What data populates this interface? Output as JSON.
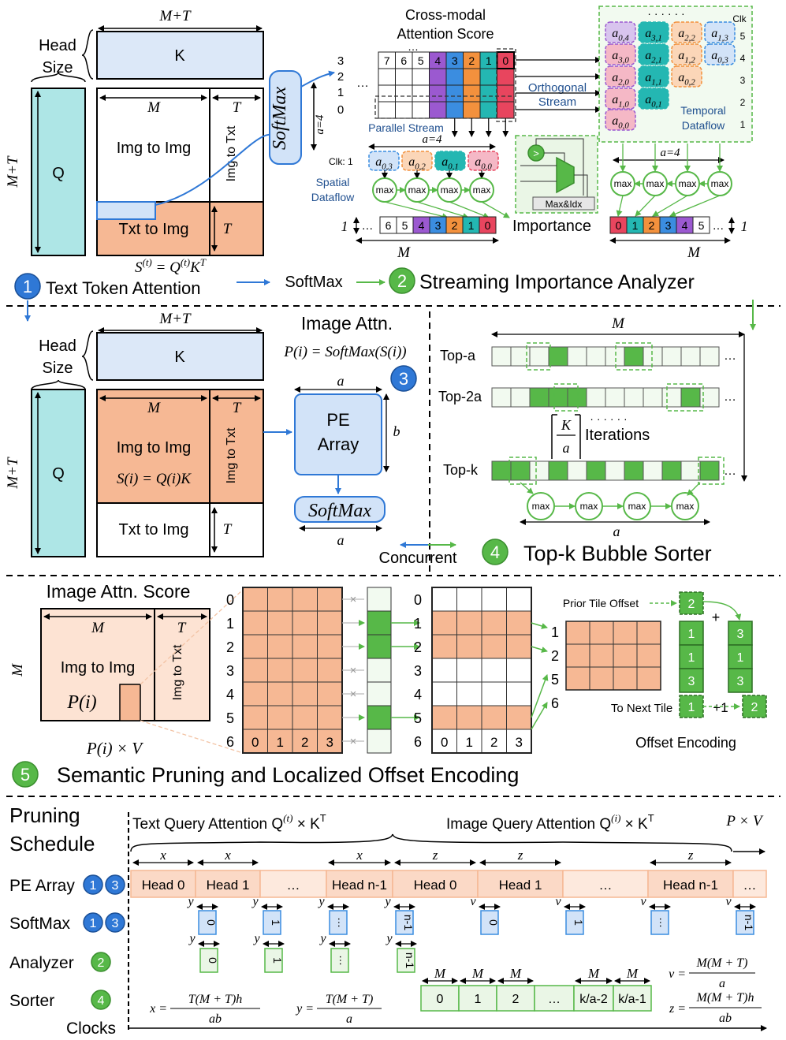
{
  "colors": {
    "k_fill": "#dce8f8",
    "q_fill": "#aee6e6",
    "salmon": "#f6b894",
    "salmon_light": "#fbd9c6",
    "green": "#57b848",
    "green_dark": "#3a8e2e",
    "green_light": "#eaf6e6",
    "blue": "#2f78d6",
    "blue_light": "#d2e3f8",
    "purple": "#9b59d0",
    "blue2": "#3b8de0",
    "orange": "#f3913d",
    "teal": "#24b7b2",
    "pink": "#f5b8c6",
    "red": "#e8455e",
    "peach": "#fbd6b8",
    "lav": "#d8c4ee"
  },
  "s1": {
    "k": "K",
    "head": "Head",
    "size": "Size",
    "q": "Q",
    "mpt_top": "M+T",
    "mpt_left": "M+T",
    "m": "M",
    "t": "T",
    "t2": "T",
    "img2img": "Img to Img",
    "img2txt": "Img to Txt",
    "txt2img": "Txt to Img",
    "softmax": "SoftMax",
    "a4": "a=4",
    "formula": "S(t) = Q(t)K",
    "formula_sup_t": "(t)",
    "formula_base_s": "S",
    "formula_eq": " = Q",
    "formula_k": "K",
    "formula_kT": "T",
    "num": "1",
    "title": "Text Token Attention"
  },
  "s2": {
    "cm_title1": "Cross-modal",
    "cm_title2": "Attention Score",
    "dots": "…",
    "dots6": "· · · · · ·",
    "row_nums": [
      "3",
      "2",
      "1",
      "0"
    ],
    "cells_top": [
      "7",
      "6",
      "5",
      "4",
      "3",
      "2",
      "1",
      "0"
    ],
    "parallel": "Parallel Stream",
    "orth1": "Orthogonal",
    "orth2": "Stream",
    "a4": "a=4",
    "clk1": "Clk: 1",
    "spatial_regs": [
      "a0,3",
      "a0,2",
      "a0,1",
      "a0,0"
    ],
    "spatial1": "Spatial",
    "spatial2": "Dataflow",
    "max": "max",
    "maxidx": "Max&Idx",
    "gt": ">",
    "imp_left": [
      "6",
      "5",
      "4",
      "3",
      "2",
      "1",
      "0"
    ],
    "imp_right": [
      "0",
      "1",
      "2",
      "3",
      "4",
      "5"
    ],
    "importance": "Importance",
    "one": "1",
    "m": "M",
    "clk": "Clk",
    "clk_nums": [
      "5",
      "4",
      "3",
      "2",
      "1"
    ],
    "temp_cols": [
      [
        "a0,4",
        "a3,0",
        "a2,0",
        "a1,0",
        "a0,0"
      ],
      [
        "a3,1",
        "a2,1",
        "a1,1",
        "a0,1"
      ],
      [
        "a2,2",
        "a1,2",
        "a0,2"
      ],
      [
        "a1,3",
        "a0,3"
      ]
    ],
    "temporal1": "Temporal",
    "temporal2": "Dataflow",
    "num": "2",
    "title": "Streaming Importance Analyzer",
    "softmax_label": "SoftMax"
  },
  "s3": {
    "title": "Image Attn.",
    "formula": "P(i) = SoftMax(S(i))",
    "k": "K",
    "head": "Head",
    "size": "Size",
    "q": "Q",
    "mpt_top": "M+T",
    "mpt_left": "M+T",
    "m": "M",
    "t": "T",
    "t2": "T",
    "img2img": "Img to Img",
    "img2txt": "Img to Txt",
    "txt2img": "Txt to Img",
    "s_formula": "S(i) = Q(i)K",
    "pe1": "PE",
    "pe2": "Array",
    "a": "a",
    "b": "b",
    "a2": "a",
    "softmax": "SoftMax",
    "num": "3",
    "concurrent": "Concurrent"
  },
  "s4": {
    "m": "M",
    "top_a": "Top-a",
    "top_2a": "Top-2a",
    "top_k": "Top-k",
    "dots": "…",
    "iter_k": "K",
    "iter_a": "a",
    "iter_dots": "· · · · · ·",
    "iterations": "Iterations",
    "max": "max",
    "a": "a",
    "num": "4",
    "title": "Top-k Bubble Sorter"
  },
  "s5": {
    "title": "Image Attn. Score",
    "m": "M",
    "t": "T",
    "m_left": "M",
    "img2img": "Img to Img",
    "img2txt": "Img to Txt",
    "p": "P(i)",
    "pv": "P(i) × V",
    "rows": [
      "0",
      "1",
      "2",
      "3",
      "4",
      "5",
      "6"
    ],
    "cols": [
      "0",
      "1",
      "2",
      "3"
    ],
    "kept": [
      "1",
      "2",
      "5",
      "6"
    ],
    "prior": "Prior Tile Offset",
    "prior_val": "2",
    "plus": "+",
    "offs_in": [
      "1",
      "1",
      "3"
    ],
    "offs_out": [
      "3",
      "1",
      "3"
    ],
    "to_next": "To Next Tile",
    "next_in": "1",
    "plus1": "+1",
    "next_out": "2",
    "offset_enc": "Offset Encoding",
    "num": "5",
    "section_title": "Semantic Pruning and Localized Offset Encoding"
  },
  "s6": {
    "title1": "Pruning",
    "title2": "Schedule",
    "tqa": "Text Query Attention Q",
    "tqa_sup": "(t)",
    "tqa_rest": " × K",
    "tqa_T": "T",
    "iqa": "Image Query Attention Q",
    "iqa_sup": "(i)",
    "iqa_rest": " × K",
    "iqa_T": "T",
    "pv": "P × V",
    "rows": [
      {
        "label": "PE Array",
        "badges": [
          "1",
          "3"
        ]
      },
      {
        "label": "SoftMax",
        "badges": [
          "1",
          "3"
        ]
      },
      {
        "label": "Analyzer",
        "badges": [
          "2"
        ]
      },
      {
        "label": "Sorter",
        "badges": [
          "4"
        ]
      }
    ],
    "pe_cells": [
      "Head 0",
      "Head 1",
      "…",
      "Head n-1",
      "Head 0",
      "Head 1",
      "…",
      "Head n-1",
      "…"
    ],
    "x": "x",
    "z": "z",
    "y": "y",
    "v": "v",
    "m": "M",
    "sm_labels": [
      "0",
      "1",
      "…",
      "n-1",
      "0",
      "1",
      "…",
      "n-1"
    ],
    "an_labels": [
      "0",
      "1",
      "…",
      "n-1"
    ],
    "sorter_cells": [
      "0",
      "1",
      "2",
      "…",
      "k/a-2",
      "k/a-1"
    ],
    "clocks": "Clocks",
    "fx_lhs": "x =",
    "fx_num": "T(M + T)h",
    "fx_den": "ab",
    "fy_lhs": "y =",
    "fy_num": "T(M + T)",
    "fy_den": "a",
    "fv_lhs": "v =",
    "fv_num": "M(M + T)",
    "fv_den": "a",
    "fz_lhs": "z =",
    "fz_num": "M(M + T)h",
    "fz_den": "ab"
  }
}
